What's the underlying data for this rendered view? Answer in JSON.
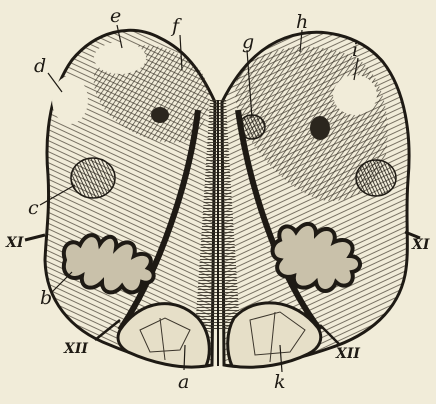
{
  "figure": {
    "labels": {
      "a": "a",
      "b": "b",
      "c": "c",
      "d": "d",
      "e": "e",
      "f": "f",
      "g": "g",
      "h": "h",
      "i": "i",
      "k": "k",
      "xi_left": "XI",
      "xi_right": "XI",
      "xii_left": "XII",
      "xii_right": "XII"
    }
  },
  "colors": {
    "background": "#f1ecd9",
    "ink": "#1e1a14",
    "shade_dark": "#3b352b",
    "shade_mid": "#8a8272"
  }
}
